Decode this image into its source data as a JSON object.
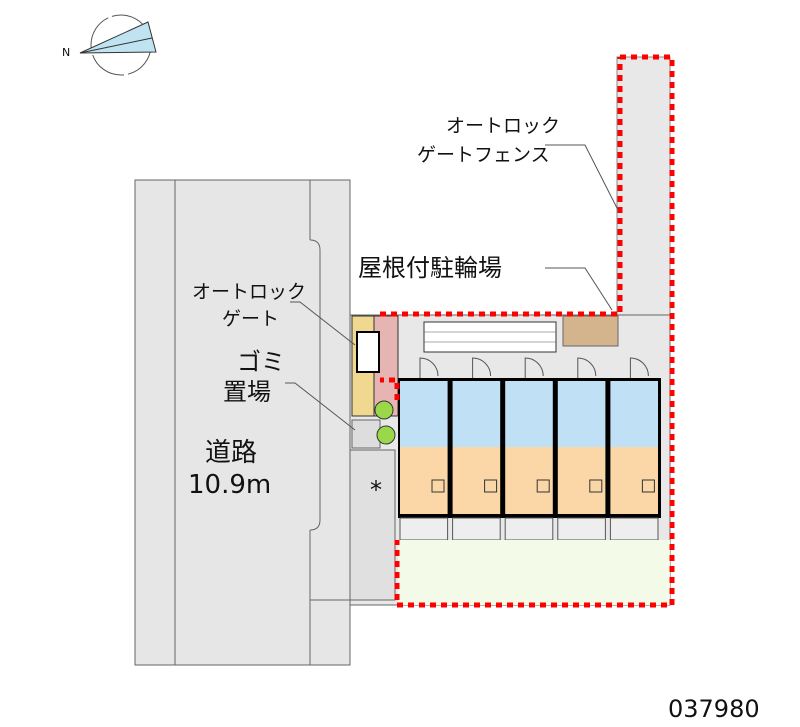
{
  "compass": {
    "north_label": "N"
  },
  "labels": {
    "autolock_fence_line1": "オートロック",
    "autolock_fence_line2": "ゲートフェンス",
    "bicycle_parking": "屋根付駐輪場",
    "autolock_gate_line1": "オートロック",
    "autolock_gate_line2": "ゲート",
    "garbage_line1": "ゴミ",
    "garbage_line2": "置場",
    "road_line1": "道路",
    "road_line2": "10.9m",
    "asterisk": "*"
  },
  "property_code": "037980",
  "unit_count": 5,
  "colors": {
    "road": "#e6e6e6",
    "boundary": "#ff0000",
    "wet_area": "#bfe0f5",
    "room": "#fbd7a8",
    "lawn": "#f3fae8",
    "bike_parking": "#d4b48c"
  }
}
